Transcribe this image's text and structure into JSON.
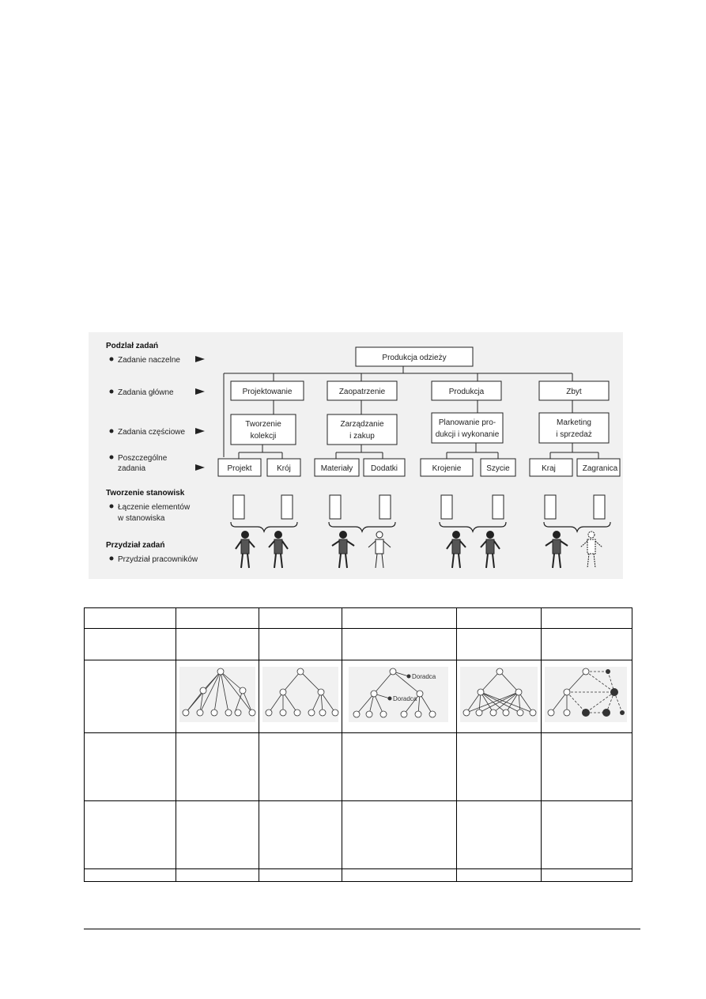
{
  "figure": {
    "sections": {
      "task_division": "Podzlał zadań",
      "workstations": "Tworzenie stanowisk",
      "assignment": "Przydział zadań"
    },
    "row_labels": {
      "main_task": "Zadanie naczelne",
      "primary_tasks": "Zadania główne",
      "partial_tasks": "Zadania częściowe",
      "individual_tasks_1": "Poszczególne",
      "individual_tasks_2": "zadania",
      "combining_1": "Łączenie elementów",
      "combining_2": "w stanowiska",
      "workers": "Przydział pracowników"
    },
    "root": "Produkcja odzieży",
    "departments": [
      {
        "name": "Projektowanie",
        "sub": [
          "Tworzenie",
          "kolekcji"
        ],
        "tasks": [
          "Projekt",
          "Krój"
        ]
      },
      {
        "name": "Zaopatrzenie",
        "sub": [
          "Zarządzanie",
          "i zakup"
        ],
        "tasks": [
          "Materiały",
          "Dodatki"
        ]
      },
      {
        "name": "Produkcja",
        "sub": [
          "Planowanie pro-",
          "dukcji i wykonanie"
        ],
        "tasks": [
          "Krojenie",
          "Szycie"
        ]
      },
      {
        "name": "Zbyt",
        "sub": [
          "Marketing",
          "i sprzedaż"
        ],
        "tasks": [
          "Kraj",
          "Zagranica"
        ]
      }
    ]
  },
  "structures_table": {
    "advisor_label": "Doradca"
  }
}
